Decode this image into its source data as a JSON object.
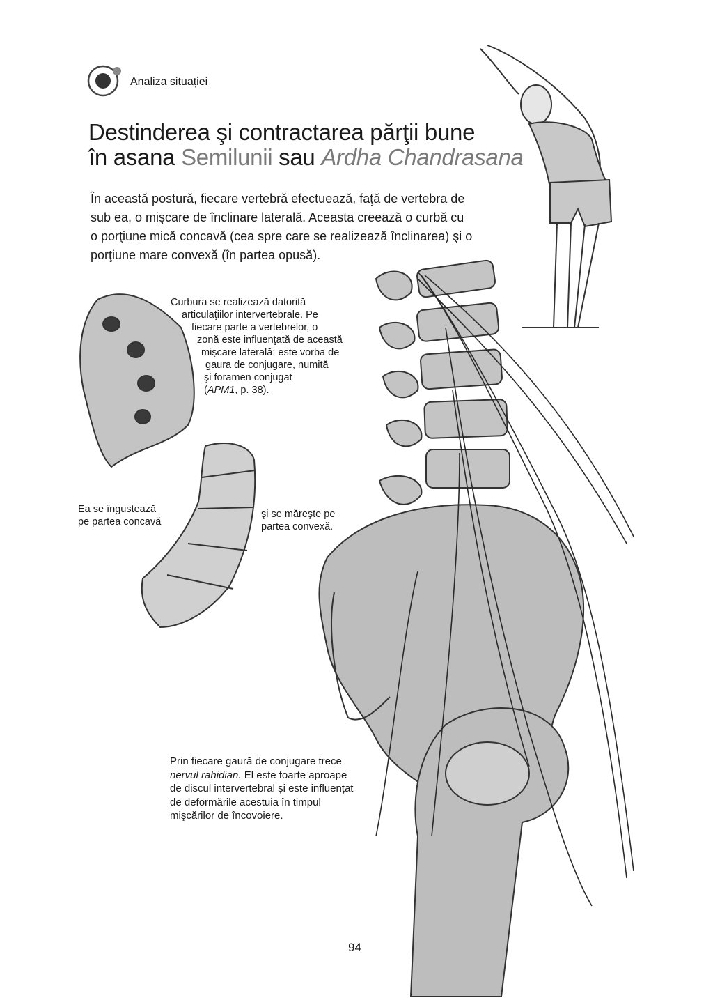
{
  "header": {
    "section_label": "Analiza situației"
  },
  "title": {
    "line1": "Destinderea şi contractarea părţii bune",
    "line2_prefix": "în asana ",
    "line2_grey": "Semilunii",
    "line2_mid": " sau ",
    "line2_italic": "Ardha Chandrasana"
  },
  "intro": {
    "lines": [
      "În această postură, fiecare vertebră efectuează, faţă de vertebra de",
      "sub ea, o mişcare de înclinare laterală. Aceasta creează o curbă cu",
      "o porţiune mică concavă (cea spre care se realizează înclinarea) şi o",
      "porţiune mare convexă (în partea opusă)."
    ]
  },
  "captions": {
    "curve": {
      "lines": [
        "Curbura se realizează datorită",
        "articulaţiilor intervertebrale. Pe",
        "fiecare parte a vertebrelor, o",
        "zonă este influenţată de această",
        "mişcare laterală: este vorba de",
        "gaura de conjugare, numită",
        "şi foramen conjugat"
      ],
      "ref_italic": "APM1",
      "ref_rest": ", p. 38)."
    },
    "narrow": {
      "line1": "Ea se îngustează",
      "line2": "pe partea concavă"
    },
    "wide": {
      "line1": "şi se măreşte pe",
      "line2": "partea convexă."
    },
    "nerve": {
      "line1": "Prin fiecare gaură de conjugare trece",
      "line2_italic": "nervul rahidian.",
      "line2_rest": " El este foarte aproape",
      "line3": "de discul intervertebral și este influențat",
      "line4": "de deformările acestuia în timpul",
      "line5": "mişcărilor de încovoiere."
    }
  },
  "footer": {
    "page_number": "94"
  },
  "colors": {
    "bone": "#b8b8b8",
    "bone_light": "#d6d6d6",
    "outline": "#333333",
    "accent_grey": "#7a7a7a"
  },
  "icons": {
    "section": "target-circle-icon"
  }
}
